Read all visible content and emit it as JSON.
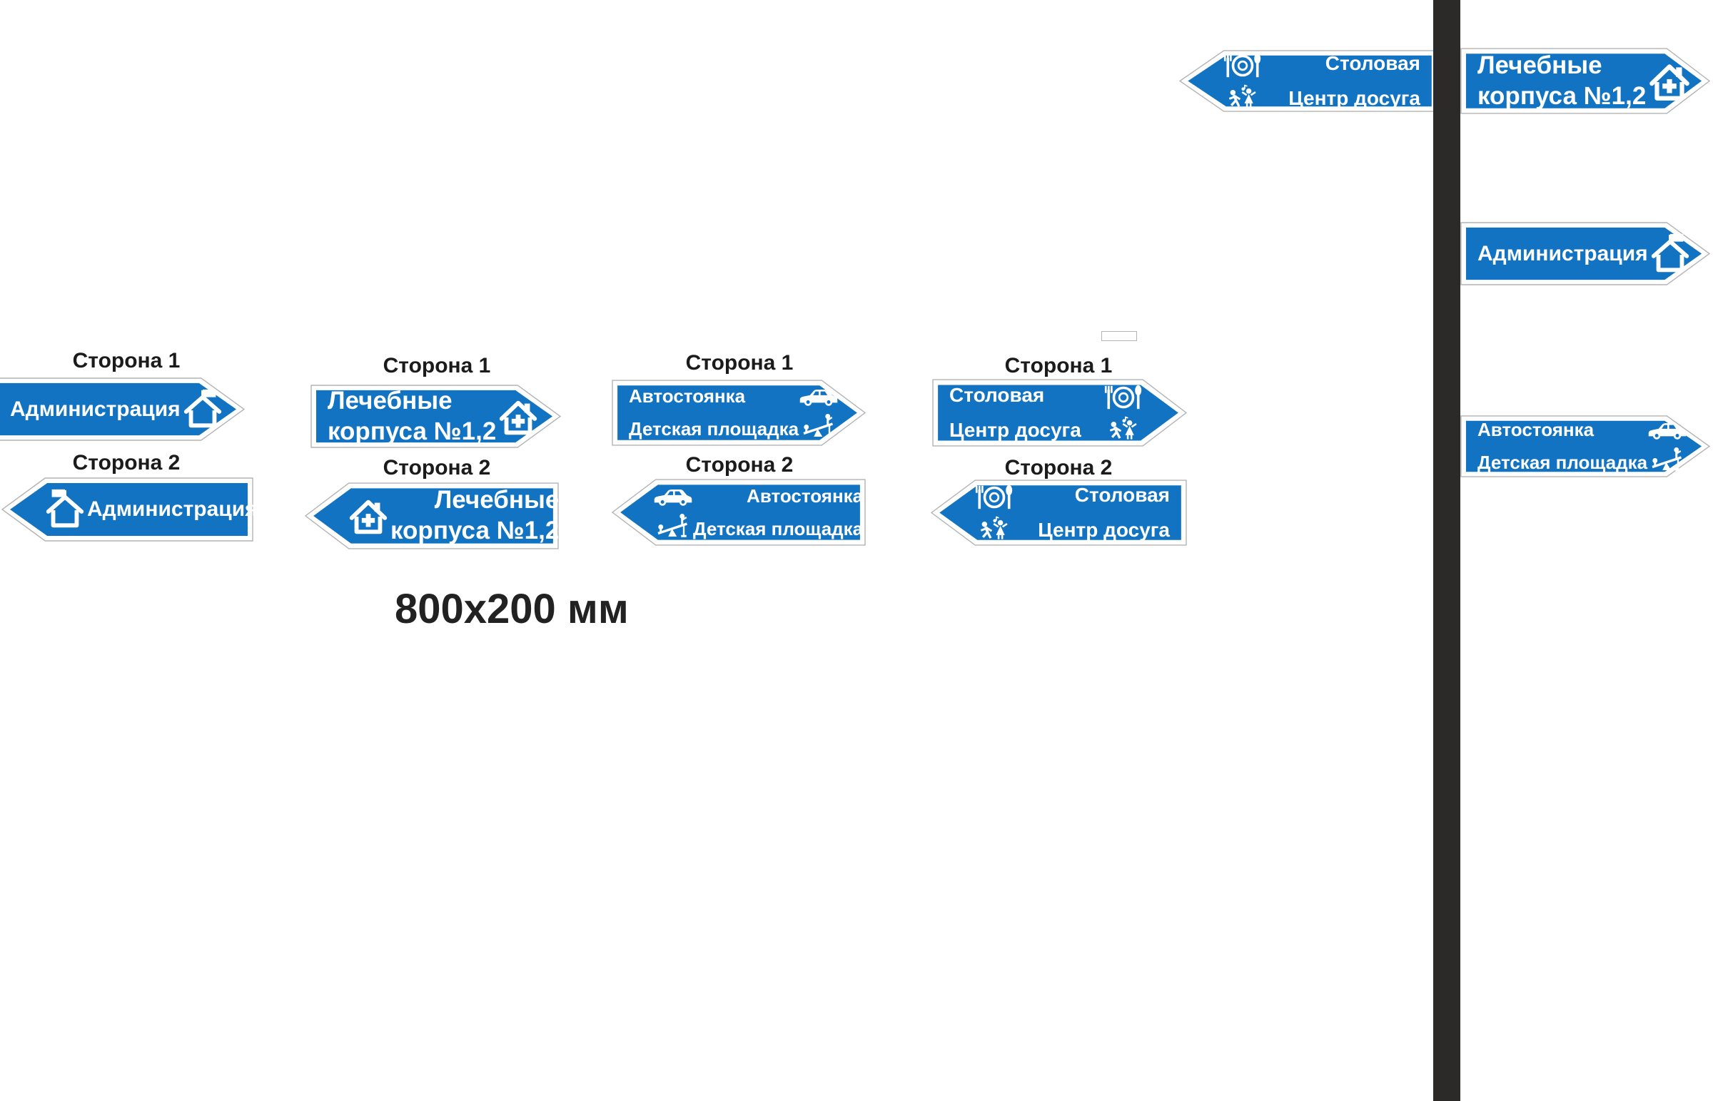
{
  "colors": {
    "sign_blue": "#1173c2",
    "pole": "#2b2a29",
    "border_gray": "#b3b3b3",
    "label_text": "#1b1b1b",
    "caption_text": "#222222"
  },
  "labels": {
    "side1": "Сторона 1",
    "side2": "Сторона 2"
  },
  "caption": {
    "size": "800x200 мм"
  },
  "signs": {
    "admin": {
      "text": "Администрация",
      "icon": "house-flag-icon"
    },
    "medical": {
      "line1": "Лечебные",
      "line2": "корпуса №1,2",
      "icon": "house-plus-icon"
    },
    "parking": {
      "line1": "Автостоянка",
      "line2": "Детская площадка",
      "icons": [
        "car-icon",
        "playground-seesaw-icon"
      ]
    },
    "leisure": {
      "line1": "Столовая",
      "line2": "Центр досуга",
      "icons": [
        "dining-icon",
        "dancers-icon"
      ]
    }
  }
}
